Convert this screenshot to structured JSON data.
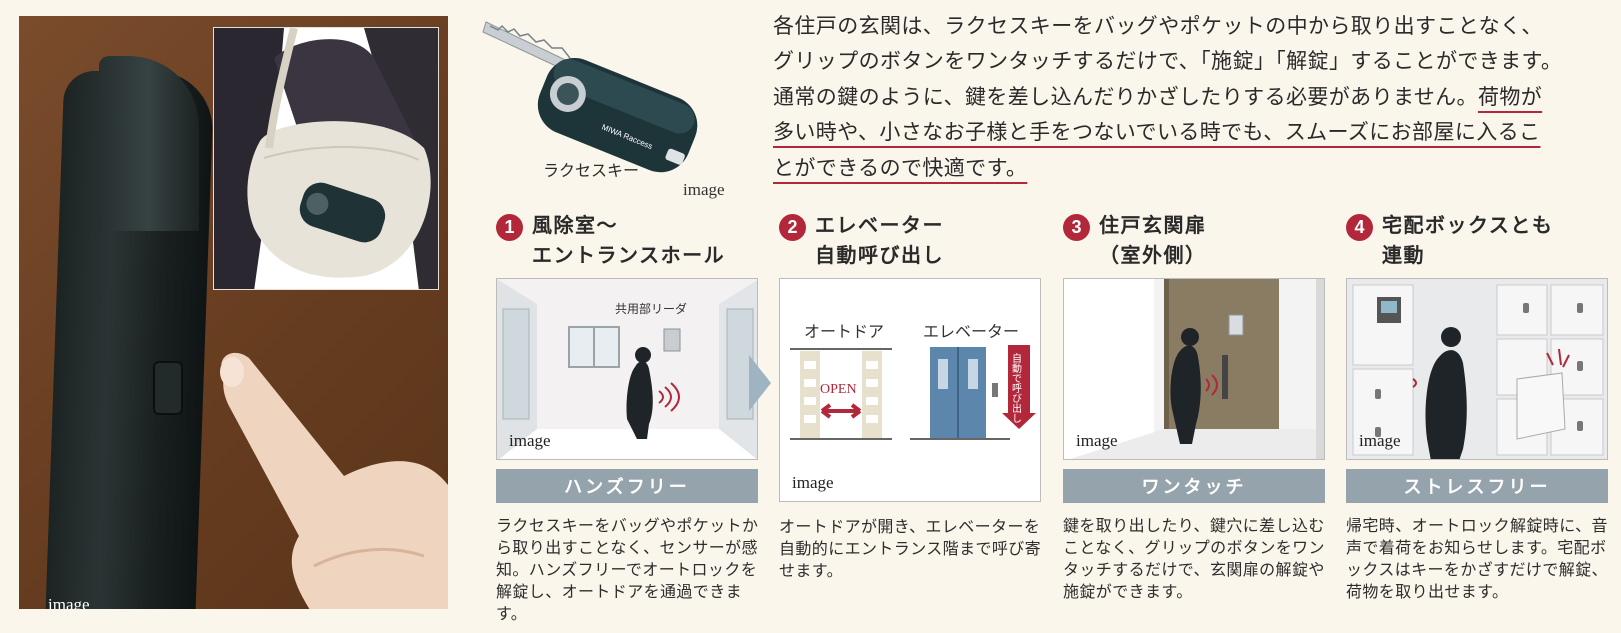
{
  "photos": {
    "door_image_label": "image",
    "key_caption": "ラクセスキー",
    "key_image_label": "image",
    "key_brand": "MIWA Raccess"
  },
  "intro": {
    "line1": "各住戸の玄関は、ラクセスキーをバッグやポケットの中から取り出すことなく、",
    "line2": "グリップのボタンをワンタッチするだけで、「施錠」「解錠」することができます。",
    "line3_plain": "通常の鍵のように、鍵を差し込んだりかざしたりする必要がありません。",
    "line3_ul": "荷物が",
    "line4_ul": "多い時や、小さなお子様と手をつないでいる時でも、スムーズにお部屋に入るこ",
    "line5_ul": "とができるので快適です。"
  },
  "steps": [
    {
      "num": "1",
      "title": "風除室～\nエントランスホール",
      "illus_label": "共用部リーダ",
      "image_label": "image",
      "badge": "ハンズフリー",
      "desc": "ラクセスキーをバッグやポケットから取り出すことなく、センサーが感知。ハンズフリーでオートロックを解錠し、オートドアを通過できます。"
    },
    {
      "num": "2",
      "title": "エレベーター\n自動呼び出し",
      "auto_door_label": "オートドア",
      "elevator_label": "エレベーター",
      "open_label": "OPEN",
      "call_label": "自動で呼び出し",
      "image_label": "image",
      "desc": "オートドアが開き、エレベーターを自動的にエントランス階まで呼び寄せます。"
    },
    {
      "num": "3",
      "title": "住戸玄関扉\n（室外側）",
      "image_label": "image",
      "badge": "ワンタッチ",
      "desc": "鍵を取り出したり、鍵穴に差し込むことなく、グリップのボタンをワンタッチするだけで、玄関扉の解錠や施錠ができます。"
    },
    {
      "num": "4",
      "title": "宅配ボックスとも\n連動",
      "image_label": "image",
      "badge": "ストレスフリー",
      "desc": "帰宅時、オートロック解錠時に、音声で着荷をお知らせします。宅配ボックスはキーをかざすだけで解錠、荷物を取り出せます。"
    }
  ],
  "colors": {
    "accent": "#b2283a",
    "badge": "#95a3ad",
    "background": "#fbf6ec"
  }
}
